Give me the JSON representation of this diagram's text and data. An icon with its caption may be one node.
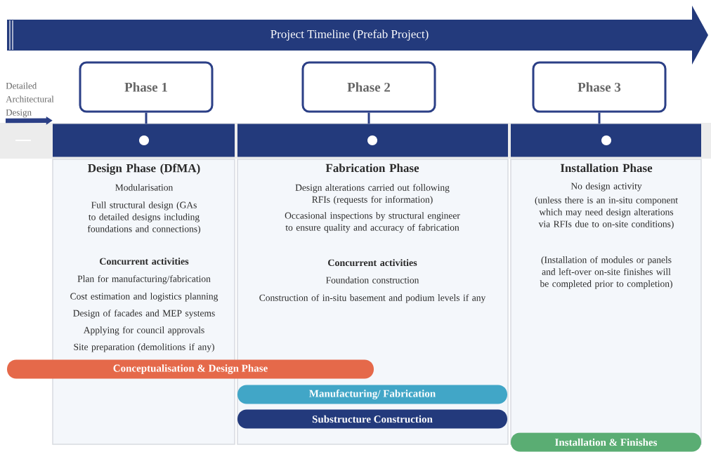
{
  "diagram": {
    "nodes": [
      {
        "text": [
          "Project Timeline (Prefab Project)"
        ]
      },
      {
        "text": [
          "Detailed Architectural Design"
        ]
      },
      {
        "text": [
          "Phase 1"
        ]
      },
      {
        "text": [
          "Phase 2"
        ]
      },
      {
        "text": [
          "Phase 3"
        ]
      },
      {
        "text": [],
        "shape": "bar"
      },
      {
        "text": [],
        "shape": "bar"
      },
      {
        "text": [],
        "shape": "bar"
      },
      {
        "text": [
          "Design Phase (DfMA)",
          "Modularisation",
          "Full structural design (GAs to detailed designs including foundations and connections)",
          "Concurrent activities",
          "Plan for manufacturing/fabrication",
          "Cost estimation and logistics planning",
          "Design of facades and MEP systems",
          "Applying for council approvals",
          "Site preparation (demolitions if any)"
        ]
      },
      {
        "text": [
          "Fabrication Phase",
          "Design alterations carried out following RFIs (requests for information)",
          "Occasional inspections by structural engineer to ensure quality and accuracy of fabrication",
          "Concurrent activities",
          "Foundation construction",
          "Construction of in-situ basement and podium levels if any"
        ]
      },
      {
        "text": [
          "Installation Phase",
          "No design activity",
          "(unless there is an in-situ component which may need design alterations via RFIs due to on-site conditions)",
          "(Installation of modules or panels and left-over on-site finishes will be completed prior to completion)"
        ]
      },
      {
        "text": [
          "Conceptualisation & Design Phase"
        ]
      },
      {
        "text": [
          "Manufacturing/ Fabrication"
        ],
        "in": 9
      },
      {
        "text": [
          "Substructure Construction"
        ],
        "in": 9
      },
      {
        "text": [
          "Installation & Finishes"
        ]
      }
    ],
    "edges": [
      {
        "from": 1,
        "to": 5,
        "arrow": "to",
        "style": "thick"
      },
      {
        "from": 2,
        "to": 5,
        "arrow": "none"
      },
      {
        "from": 3,
        "to": 6,
        "arrow": "none"
      },
      {
        "from": 4,
        "to": 7,
        "arrow": "none"
      }
    ]
  }
}
